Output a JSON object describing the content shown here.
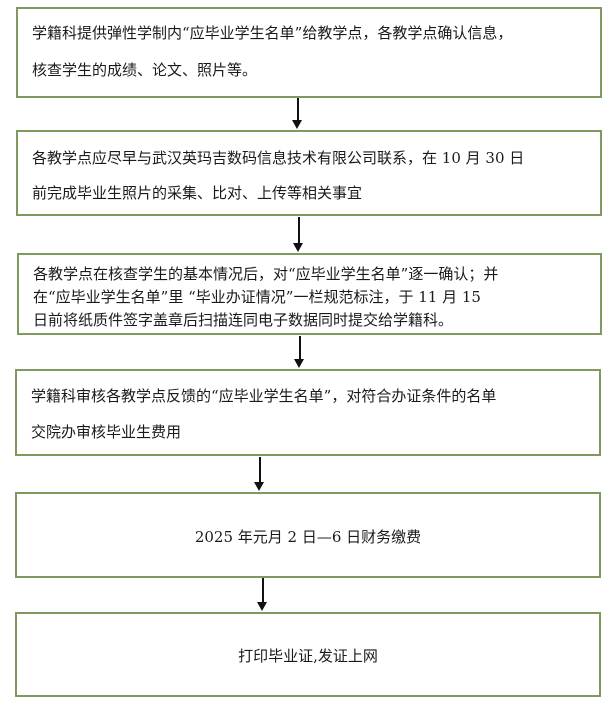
{
  "flowchart": {
    "border_color": "#7f9a5e",
    "steps": [
      {
        "id": 1,
        "lines": [
          "学籍科提供弹性学制内“应毕业学生名单”给教学点，各教学点确认信息，",
          "核查学生的成绩、论文、照片等。"
        ]
      },
      {
        "id": 2,
        "lines": [
          "各教学点应尽早与武汉英玛吉数码信息技术有限公司联系，在 10 月 30 日",
          "前完成毕业生照片的采集、比对、上传等相关事宜"
        ]
      },
      {
        "id": 3,
        "lines": [
          "各教学点在核查学生的基本情况后，对“应毕业学生名单”逐一确认；并",
          "在“应毕业学生名单”里 “毕业办证情况”一栏规范标注，于 11 月 15",
          "日前将纸质件签字盖章后扫描连同电子数据同时提交给学籍科。"
        ]
      },
      {
        "id": 4,
        "lines": [
          "学籍科审核各教学点反馈的“应毕业学生名单”，对符合办证条件的名单",
          "交院办审核毕业生费用"
        ]
      },
      {
        "id": 5,
        "lines": [
          "2025 年元月 2 日—6 日财务缴费"
        ]
      },
      {
        "id": 6,
        "lines": [
          "打印毕业证,发证上网"
        ]
      }
    ],
    "arrow_icon": "down-arrow-icon"
  }
}
